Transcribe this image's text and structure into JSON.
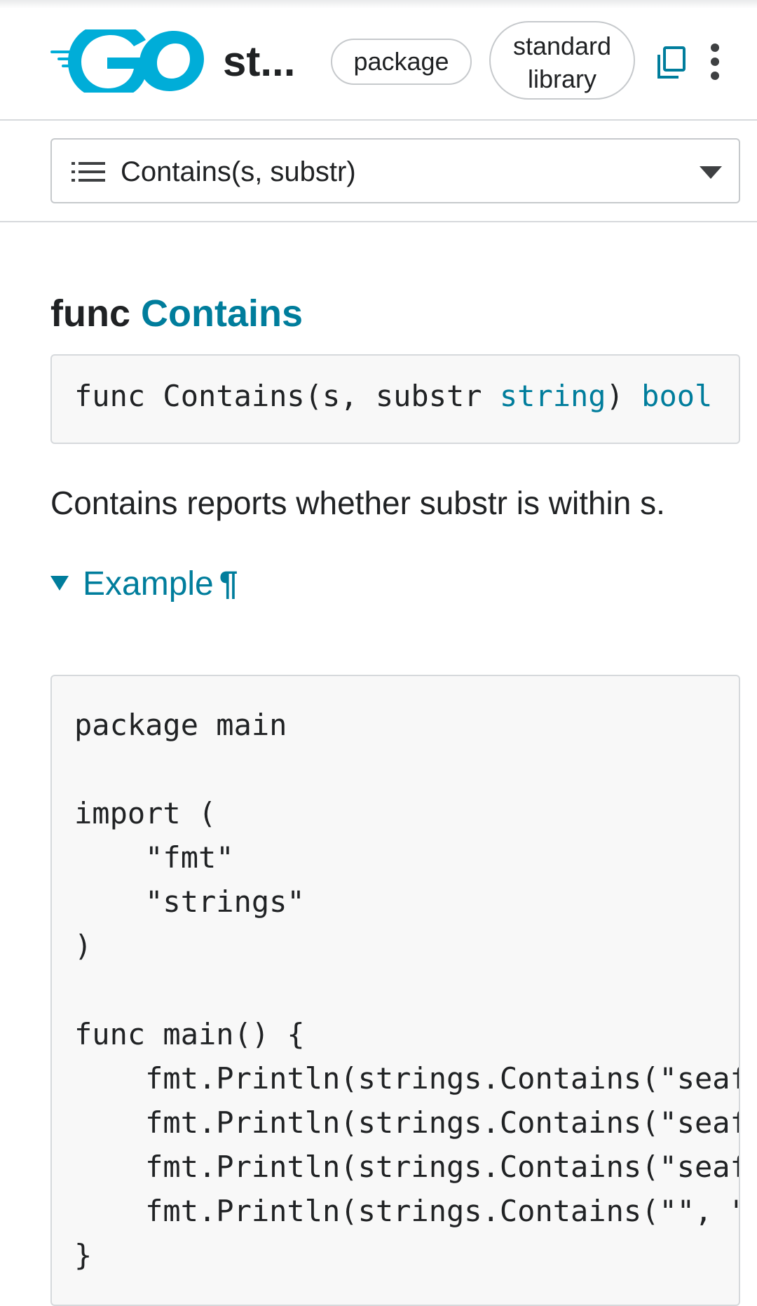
{
  "header": {
    "title": "st...",
    "package_pill": "package",
    "stdlib_pill_line1": "standard",
    "stdlib_pill_line2": "library",
    "logo_icon": "go-logo",
    "copy_icon": "copy-icon",
    "menu_icon": "kebab-menu-icon",
    "brand_color": "#00add8"
  },
  "jump": {
    "selected": "Contains(s, substr)",
    "icon": "list-icon"
  },
  "main": {
    "heading_prefix": "func",
    "heading_name": "Contains",
    "signature": {
      "prefix": "func Contains(s, substr ",
      "type": "string",
      "mid": ") ",
      "ret": "bool"
    },
    "description": "Contains reports whether substr is within s.",
    "example": {
      "label": "Example",
      "anchor": "¶"
    },
    "code_lines": [
      "package main",
      "",
      "import (",
      "    \"fmt\"",
      "    \"strings\"",
      ")",
      "",
      "func main() {",
      "    fmt.Println(strings.Contains(\"seaf",
      "    fmt.Println(strings.Contains(\"seaf",
      "    fmt.Println(strings.Contains(\"seaf",
      "    fmt.Println(strings.Contains(\"\", \"",
      "}"
    ],
    "link_color": "#007d9c"
  }
}
